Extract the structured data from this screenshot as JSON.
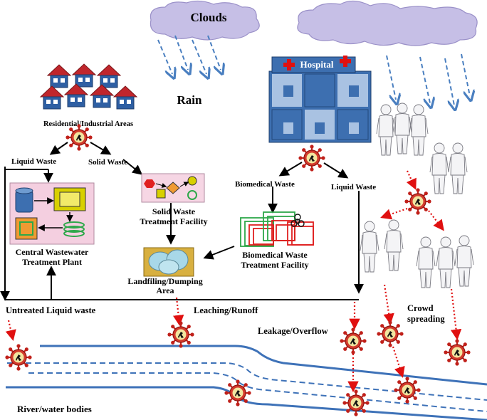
{
  "labels": {
    "clouds": "Clouds",
    "rain": "Rain",
    "hospital": "Hospital",
    "residential": "Residential/Industrial  Areas",
    "liquid_waste_left": "Liquid Waste",
    "solid_waste": "Solid Waste",
    "biomedical_waste": "Biomedical Waste",
    "liquid_waste_right": "Liquid Waste",
    "swtf_line1": "Solid Waste",
    "swtf_line2": "Treatment Facility",
    "bmwtf_line1": "Biomedical Waste",
    "bmwtf_line2": "Treatment Facility",
    "cwtp_line1": "Central Wastewater",
    "cwtp_line2": "Treatment Plant",
    "landfill_line1": "Landfiling/Dumping",
    "landfill_line2": "Area",
    "untreated": "Untreated Liquid waste",
    "leaching": "Leaching/Runoff",
    "leakage": "Leakage/Overflow",
    "crowd_line1": "Crowd",
    "crowd_line2": "spreading",
    "river": "River/water bodies"
  },
  "colors": {
    "cloud": "#c6bfe6",
    "cloud_stroke": "#9a90c8",
    "rain": "#4a7fc0",
    "house_roof": "#c0262c",
    "house_wall": "#2e5fa3",
    "hospital_dark": "#3d6fb0",
    "hospital_light": "#a9c2e2",
    "cross": "#e01010",
    "virus": "#c0201a",
    "virus_core": "#f2e6a0",
    "red_dash": "#e01010",
    "river": "#3e72b8",
    "pink_panel": "#f4cfe0",
    "bio_green": "#2ea84a",
    "bio_red": "#e02020"
  },
  "icons": {
    "virus": "virus-icon",
    "house": "house-icon",
    "person": "person-icon",
    "biohazard": "biohazard-icon"
  }
}
